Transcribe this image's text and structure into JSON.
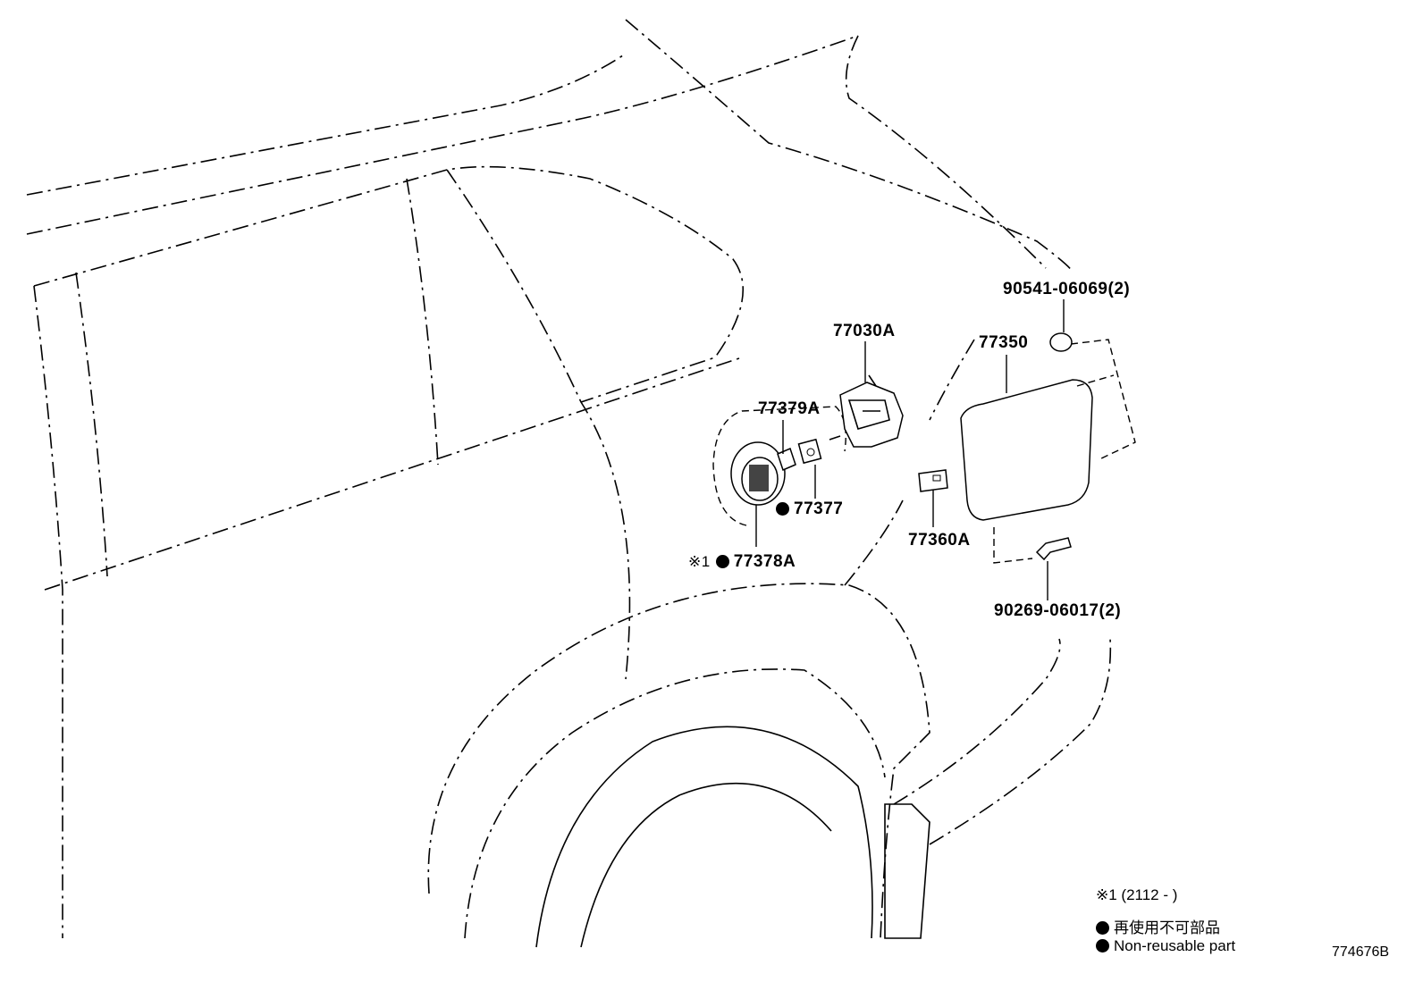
{
  "callouts": {
    "p90541": "90541-06069(2)",
    "p77350": "77350",
    "p77030a": "77030A",
    "p77379a": "77379A",
    "p77377": "77377",
    "p77378a_mark": "※1",
    "p77378a": "77378A",
    "p77360a": "77360A",
    "p90269": "90269-06017(2)"
  },
  "legend": {
    "note": "※1 (2112 -        )",
    "nonreusable_ja": "再使用不可部品",
    "nonreusable_en": "Non-reusable part"
  },
  "figure_id": "774676B"
}
